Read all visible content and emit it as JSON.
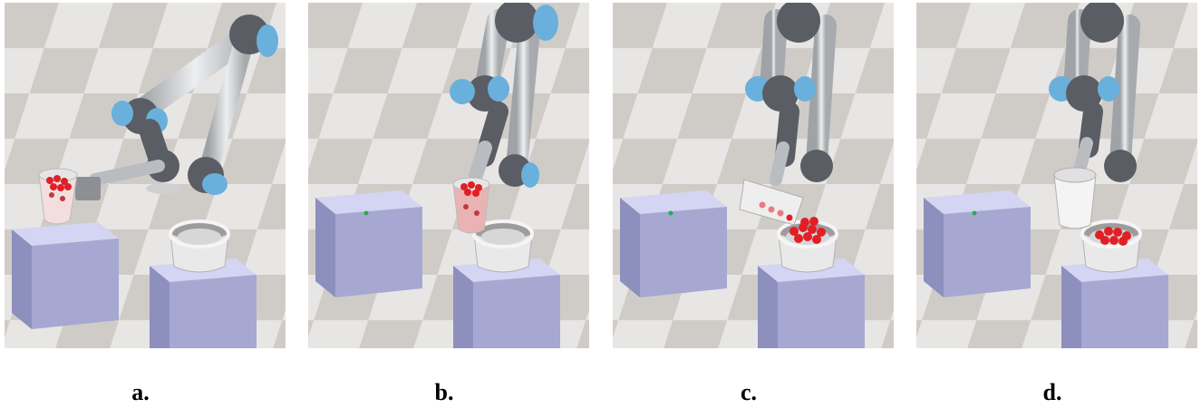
{
  "panels": [
    {
      "id": "a",
      "caption": "a."
    },
    {
      "id": "b",
      "caption": "b."
    },
    {
      "id": "c",
      "caption": "c."
    },
    {
      "id": "d",
      "caption": "d."
    }
  ],
  "colors": {
    "floor_light": "#e8e6e4",
    "floor_dark": "#c9c6c3",
    "box_top": "#c9cbee",
    "box_side": "#9a9cc4",
    "robot_joint": "#5a5d63",
    "robot_cap": "#6ab0dc",
    "robot_link": "#c8cacd",
    "ball_red": "#e11f26",
    "marker_green": "#22b14c"
  }
}
